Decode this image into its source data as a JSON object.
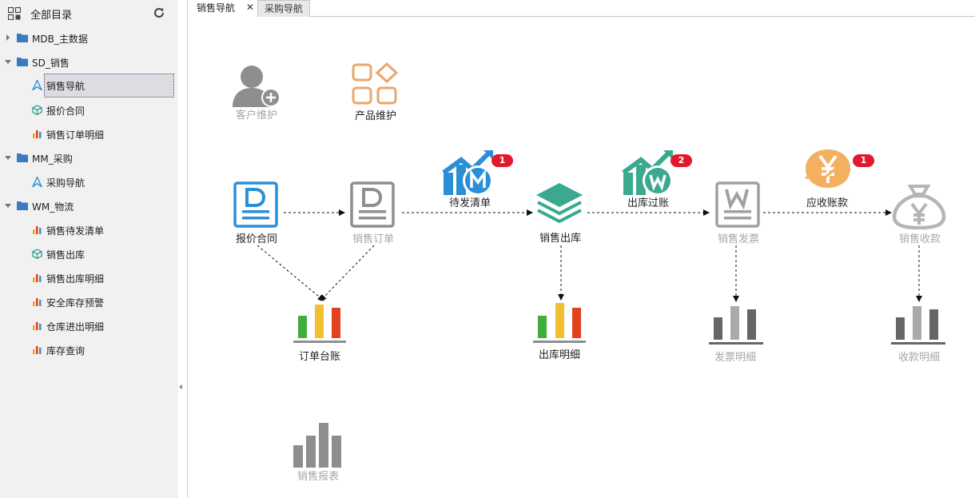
{
  "sidebar": {
    "title": "全部目录",
    "tree": [
      {
        "label": "MDB_主数据",
        "expanded": false
      },
      {
        "label": "SD_销售",
        "expanded": true,
        "children": [
          {
            "label": "销售导航",
            "icon": "navigation-icon",
            "selected": true
          },
          {
            "label": "报价合同",
            "icon": "cube-icon"
          },
          {
            "label": "销售订单明细",
            "icon": "bar-chart-icon"
          }
        ]
      },
      {
        "label": "MM_采购",
        "expanded": true,
        "children": [
          {
            "label": "采购导航",
            "icon": "navigation-icon"
          }
        ]
      },
      {
        "label": "WM_物流",
        "expanded": true,
        "children": [
          {
            "label": "销售待发清单",
            "icon": "bar-chart-icon"
          },
          {
            "label": "销售出库",
            "icon": "cube-icon"
          },
          {
            "label": "销售出库明细",
            "icon": "bar-chart-icon"
          },
          {
            "label": "安全库存预警",
            "icon": "bar-chart-icon"
          },
          {
            "label": "仓库进出明细",
            "icon": "bar-chart-icon"
          },
          {
            "label": "库存查询",
            "icon": "bar-chart-icon"
          }
        ]
      }
    ]
  },
  "tabs": [
    {
      "label": "销售导航",
      "active": true,
      "closable": true
    },
    {
      "label": "采购导航",
      "active": false
    }
  ],
  "flow": {
    "customer_maint": {
      "label": "客户维护",
      "enabled": false
    },
    "product_maint": {
      "label": "产品维护",
      "enabled": true
    },
    "quote_contract": {
      "label": "报价合同",
      "enabled": true
    },
    "sales_order": {
      "label": "销售订单",
      "enabled": false
    },
    "pending_list": {
      "label": "待发清单",
      "enabled": true,
      "badge": "1"
    },
    "sales_outbound": {
      "label": "销售出库",
      "enabled": true
    },
    "outbound_posting": {
      "label": "出库过账",
      "enabled": true,
      "badge": "2"
    },
    "sales_invoice": {
      "label": "销售发票",
      "enabled": false
    },
    "receivables": {
      "label": "应收账款",
      "enabled": true,
      "badge": "1"
    },
    "sales_receipt": {
      "label": "销售收款",
      "enabled": false
    },
    "order_ledger": {
      "label": "订单台账",
      "enabled": true
    },
    "outbound_detail": {
      "label": "出库明细",
      "enabled": true
    },
    "invoice_detail": {
      "label": "发票明细",
      "enabled": false
    },
    "receipt_detail": {
      "label": "收款明细",
      "enabled": false
    },
    "sales_report": {
      "label": "销售报表",
      "enabled": false
    }
  },
  "colors": {
    "doc_blue": "#2b8fd8",
    "disabled_gray": "#9a9a9a",
    "product_orange": "#eba66a",
    "outbound_green": "#3aa98f",
    "receivable_orange": "#f3b05e",
    "badge_red": "#e11a2b",
    "bar_green": "#3fae3f",
    "bar_yellow": "#f0c030",
    "bar_red": "#e3421f",
    "folder_blue": "#3a7bbf"
  }
}
